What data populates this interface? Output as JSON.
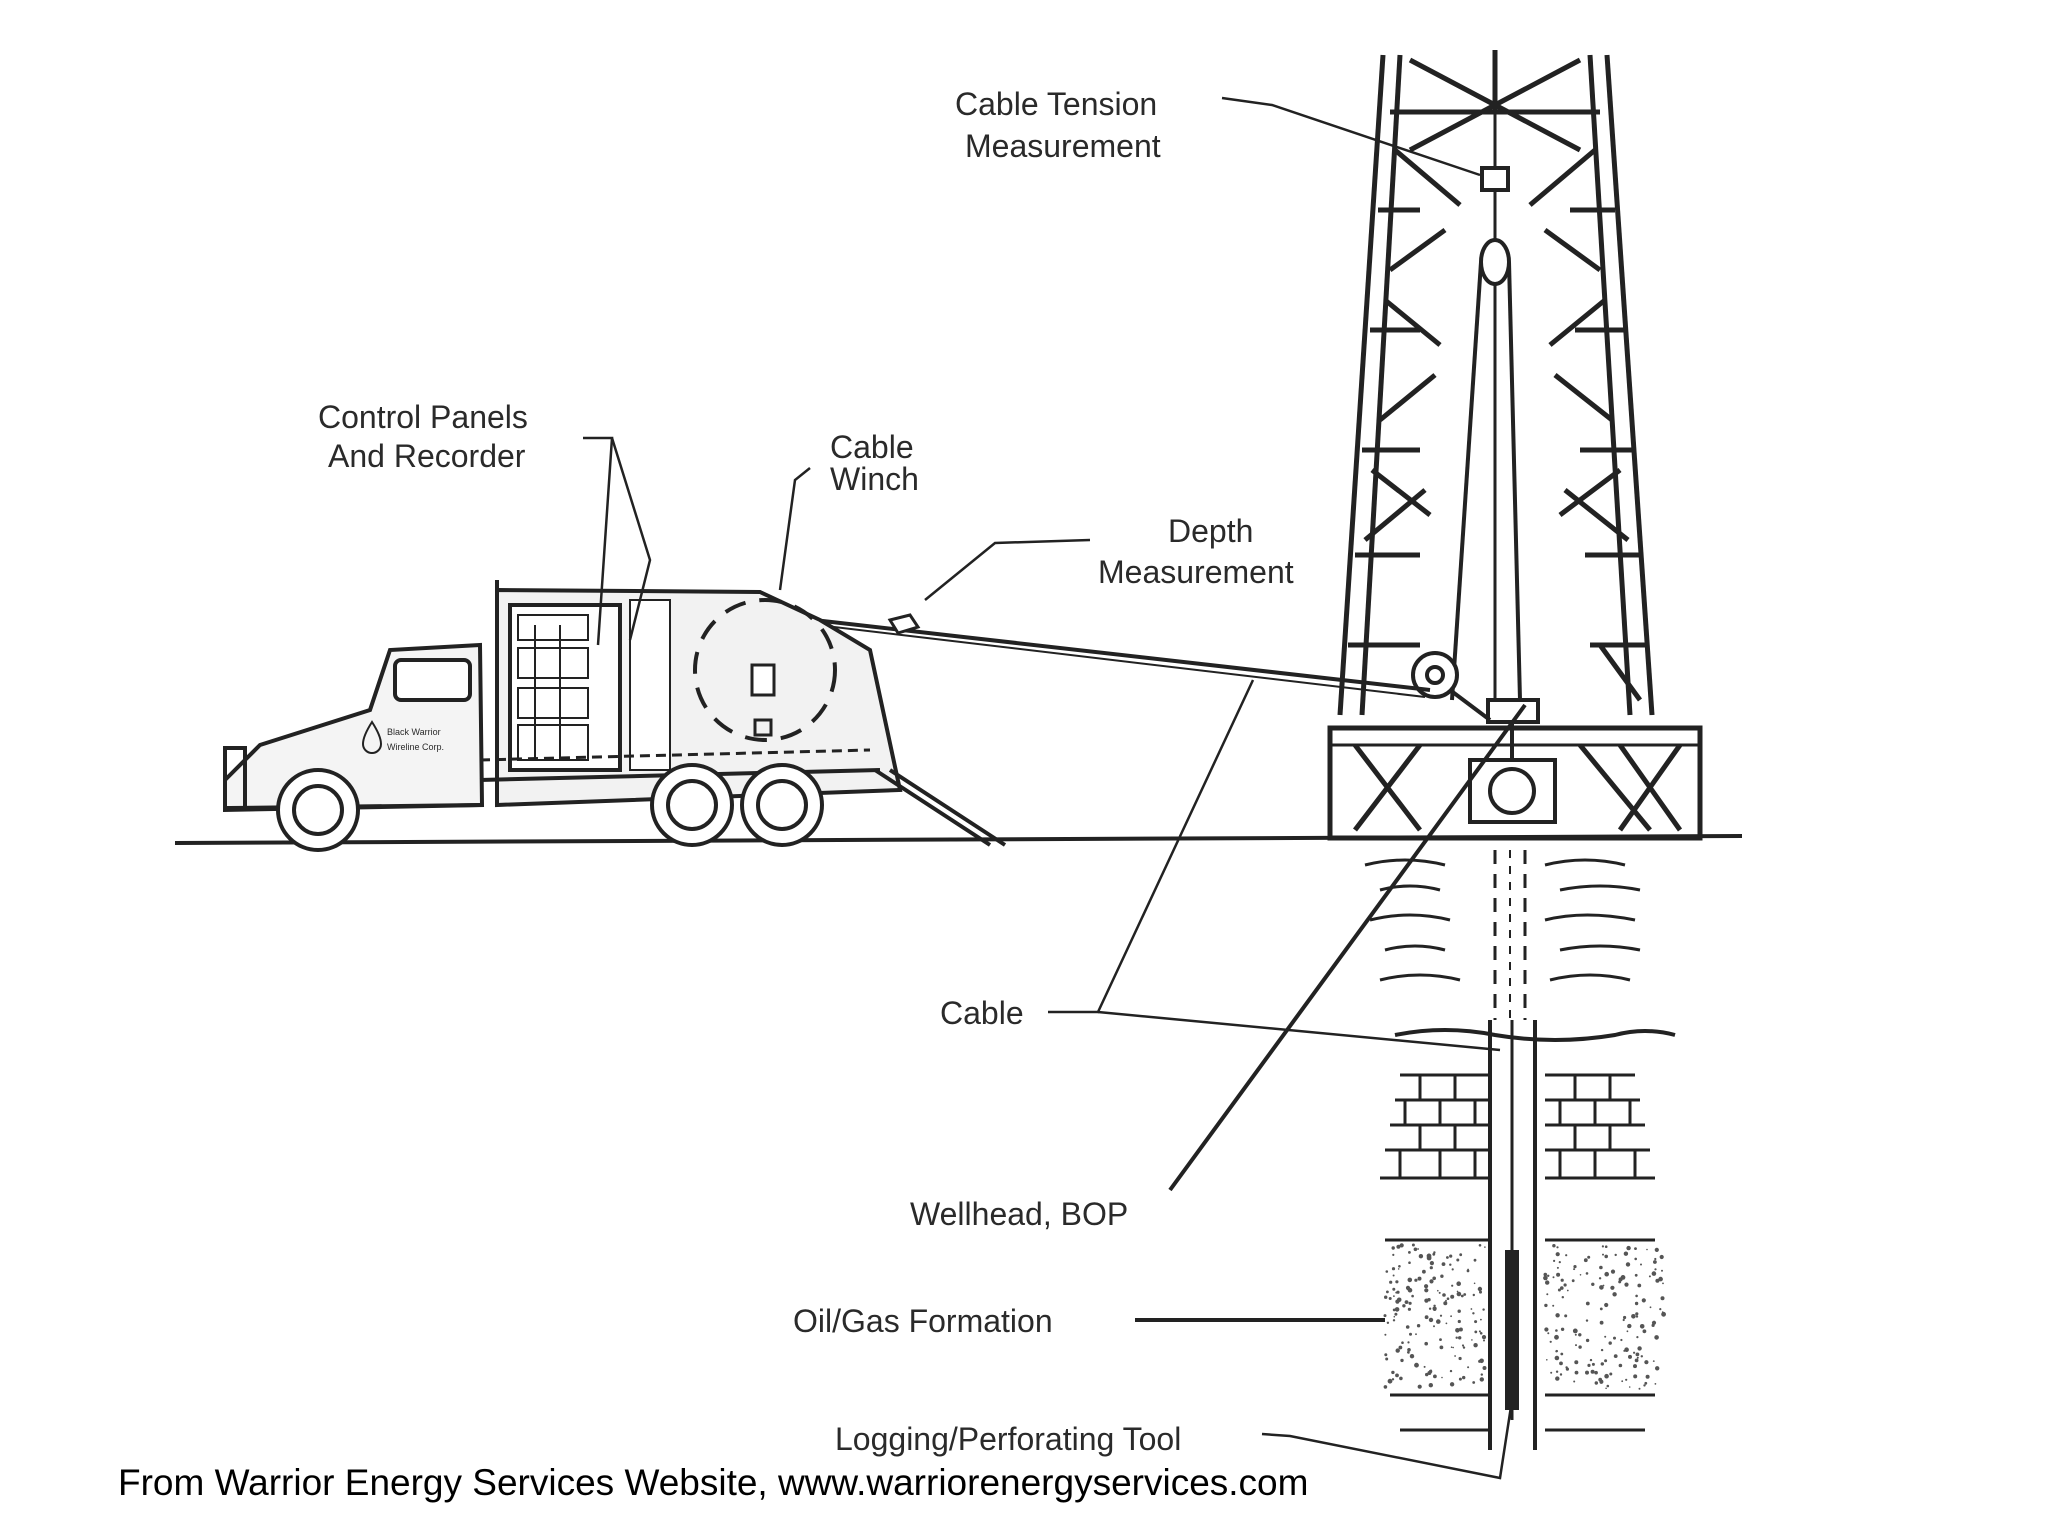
{
  "labels": {
    "cable_tension": [
      "Cable Tension",
      "Measurement"
    ],
    "control_panels": [
      "Control Panels",
      "And Recorder"
    ],
    "cable_winch": [
      "Cable",
      "Winch"
    ],
    "depth_measurement": [
      "Depth",
      "Measurement"
    ],
    "cable": "Cable",
    "wellhead": "Wellhead, BOP",
    "formation": "Oil/Gas Formation",
    "tool": "Logging/Perforating Tool"
  },
  "truck_logo": [
    "Black Warrior",
    "Wireline Corp."
  ],
  "caption": "From Warrior Energy Services Website, www.warriorenergyservices.com"
}
